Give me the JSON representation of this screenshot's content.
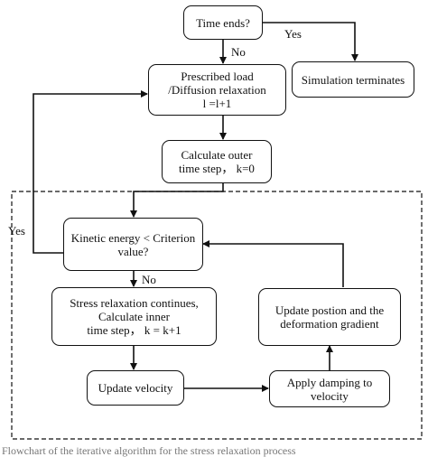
{
  "nodes": {
    "time_ends": "Time ends?",
    "simulation_terminates": "Simulation terminates",
    "prescribed_load": [
      "Prescribed  load",
      "/Diffusion relaxation",
      "l =l+1"
    ],
    "outer_time_step": [
      "Calculate outer",
      "time step， k=0"
    ],
    "kinetic_energy": [
      "Kinetic energy < Criterion",
      "value?"
    ],
    "stress_relaxation": [
      "Stress relaxation continues,",
      "Calculate inner",
      "time step， k = k+1"
    ],
    "update_velocity": "Update velocity",
    "apply_damping": [
      "Apply damping to",
      "velocity"
    ],
    "update_position": [
      "Update postion and the",
      "deformation gradient"
    ]
  },
  "edge_labels": {
    "time_no": "No",
    "time_yes": "Yes",
    "kinetic_no": "No",
    "kinetic_yes": "Yes"
  },
  "caption": "Flowchart of the iterative algorithm for the stress relaxation process"
}
